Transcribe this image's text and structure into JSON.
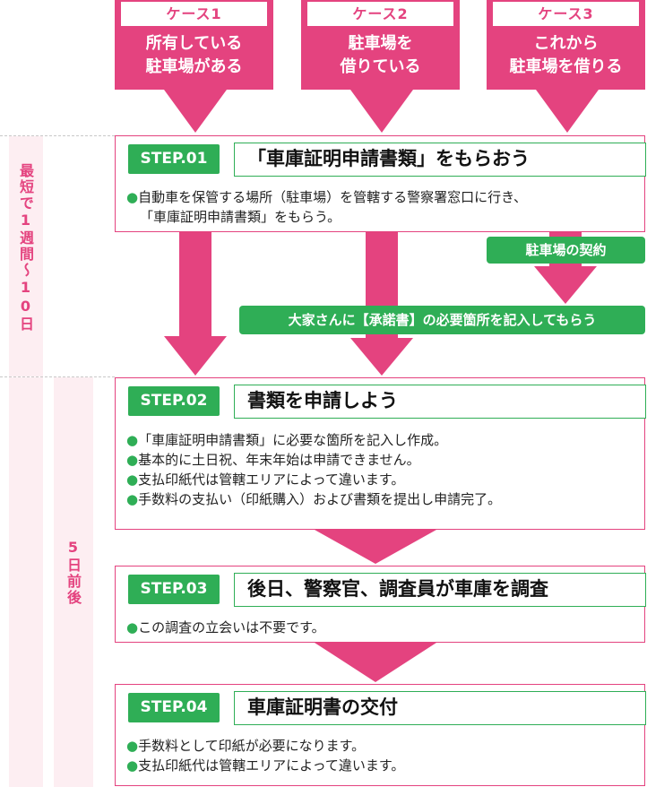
{
  "cases": [
    {
      "tag": "ケース1",
      "line1": "所有している",
      "line2": "駐車場がある"
    },
    {
      "tag": "ケース2",
      "line1": "駐車場を",
      "line2": "借りている"
    },
    {
      "tag": "ケース3",
      "line1": "これから",
      "line2": "駐車場を借りる"
    }
  ],
  "side": {
    "period1": "最短で1週間〜10日",
    "period2": "5日前後"
  },
  "steps": [
    {
      "badge": "STEP.01",
      "title": "「車庫証明申請書類」をもらおう",
      "bullets": [
        "自動車を保管する場所（駐車場）を管轄する警察署窓口に行き、",
        "「車庫証明申請書類」をもらう。"
      ]
    },
    {
      "badge": "STEP.02",
      "title": "書類を申請しよう",
      "bullets": [
        "「車庫証明申請書類」に必要な箇所を記入し作成。",
        "基本的に土日祝、年末年始は申請できません。",
        "支払印紙代は管轄エリアによって違います。",
        "手数料の支払い（印紙購入）および書類を提出し申請完了。"
      ]
    },
    {
      "badge": "STEP.03",
      "title": "後日、警察官、調査員が車庫を調査",
      "bullets": [
        "この調査の立会いは不要です。"
      ]
    },
    {
      "badge": "STEP.04",
      "title": "車庫証明書の交付",
      "bullets": [
        "手数料として印紙が必要になります。",
        "支払印紙代は管轄エリアによって違います。"
      ]
    }
  ],
  "labels": {
    "parking_contract": "駐車場の契約",
    "landlord": "大家さんに【承諾書】の必要箇所を記入してもらう"
  },
  "bullet_mark": "●",
  "colors": {
    "pink": "#e4437f",
    "green": "#2fae56",
    "side_bg": "#fdeef2"
  }
}
